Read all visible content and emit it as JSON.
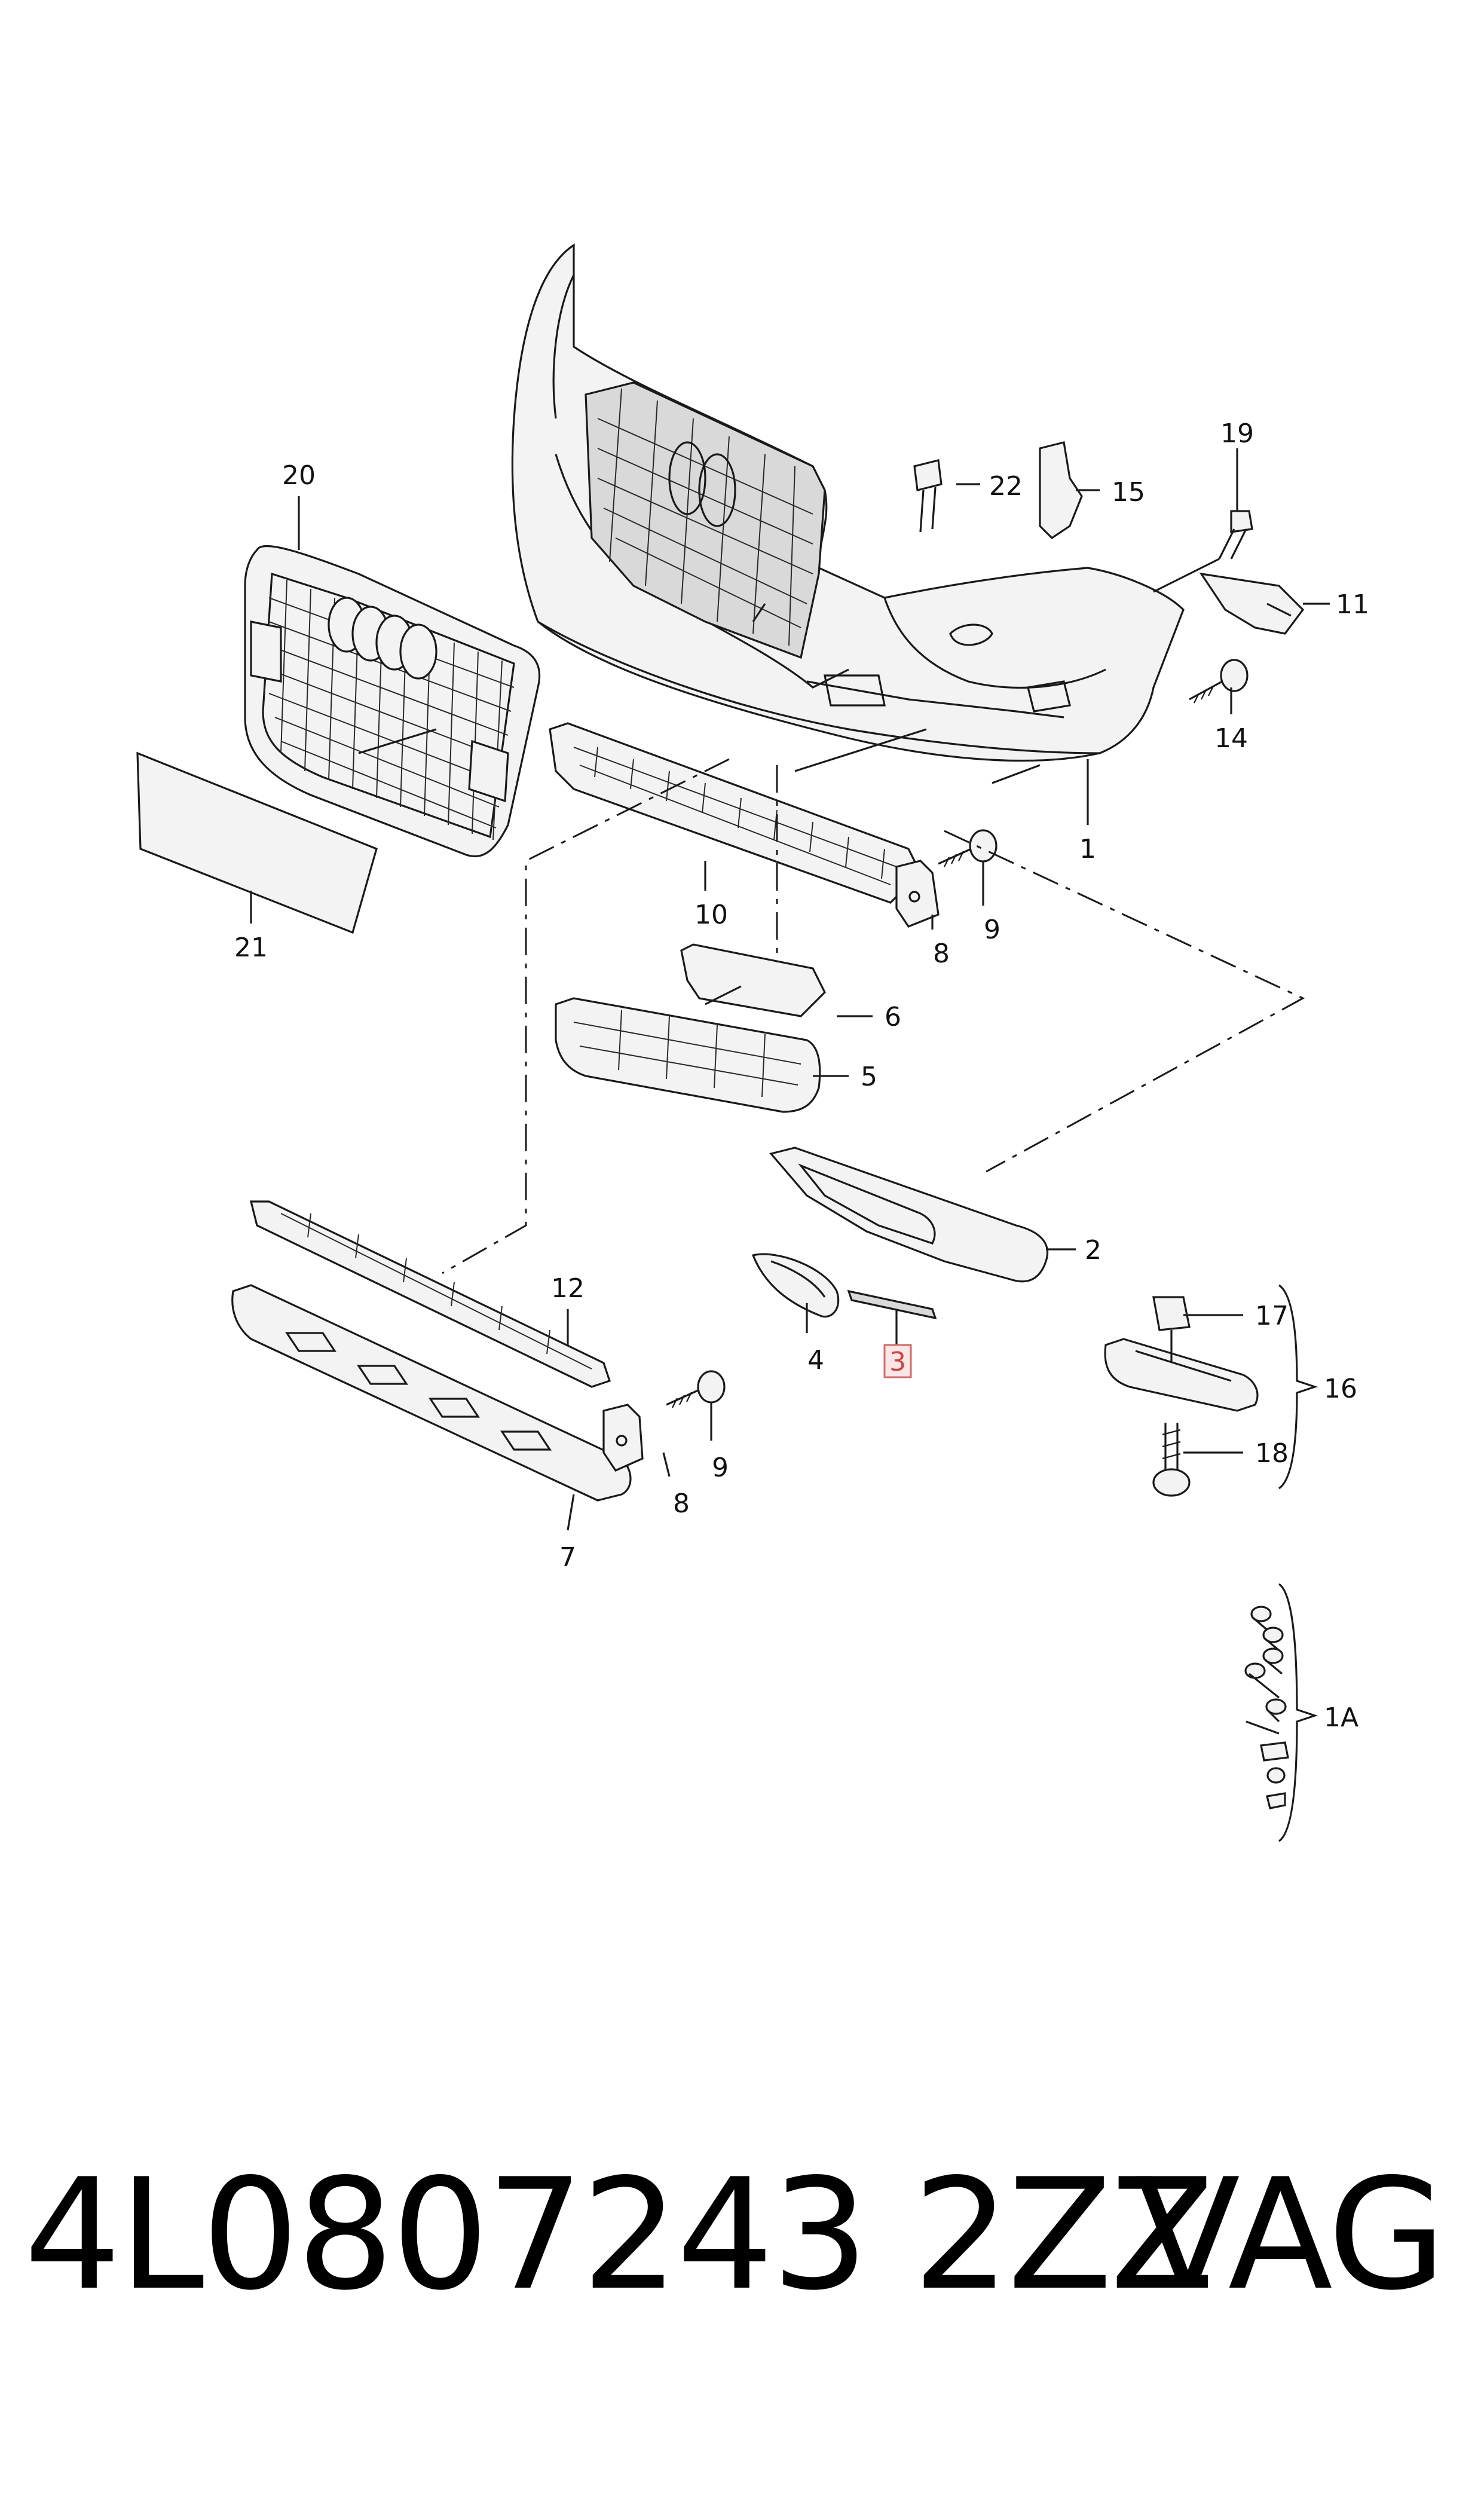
{
  "diagram": {
    "callouts": {
      "c1": "1",
      "c1A": "1A",
      "c2": "2",
      "c3": "3",
      "c4": "4",
      "c5": "5",
      "c6": "6",
      "c7": "7",
      "c8a": "8",
      "c8b": "8",
      "c9a": "9",
      "c9b": "9",
      "c10": "10",
      "c11": "11",
      "c12": "12",
      "c14": "14",
      "c15": "15",
      "c16": "16",
      "c17": "17",
      "c18": "18",
      "c19": "19",
      "c20": "20",
      "c21": "21",
      "c22": "22"
    },
    "highlighted_callout": "3",
    "highlight_color": "#d26a6a"
  },
  "footer": {
    "part_number": "4L0807243 2ZZ",
    "brand": "VAG"
  }
}
